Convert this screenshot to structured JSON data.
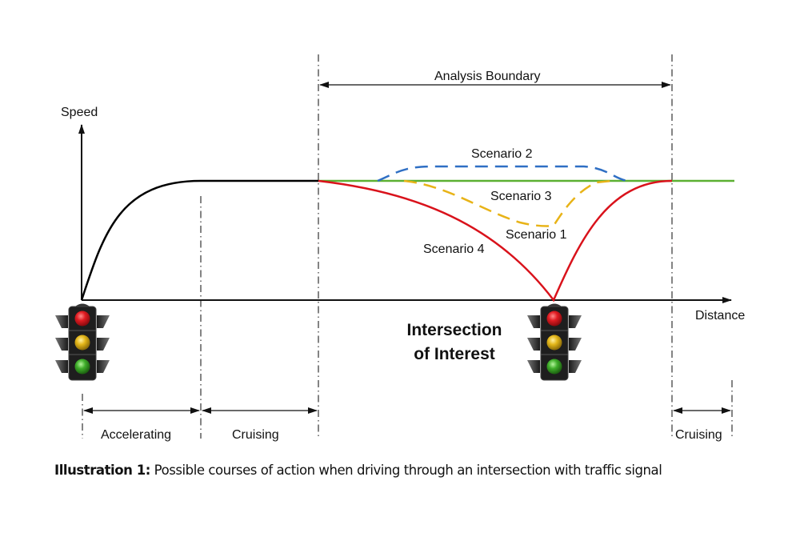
{
  "axes": {
    "y_label": "Speed",
    "x_label": "Distance"
  },
  "annotations": {
    "analysis_boundary": "Analysis Boundary",
    "intersection_line1": "Intersection",
    "intersection_line2": "of Interest"
  },
  "phases": [
    {
      "label": "Accelerating"
    },
    {
      "label": "Cruising"
    },
    {
      "label": "Cruising"
    }
  ],
  "scenarios": [
    {
      "label": "Scenario 1",
      "color": "#5cb032",
      "style": "solid",
      "description": "constant cruising speed"
    },
    {
      "label": "Scenario 2",
      "color": "#2f6fc4",
      "style": "dashed",
      "description": "speed up then return"
    },
    {
      "label": "Scenario 3",
      "color": "#e8b317",
      "style": "dashed",
      "description": "slow down then recover"
    },
    {
      "label": "Scenario 4",
      "color": "#d9121b",
      "style": "solid",
      "description": "decelerate to stop at signal"
    }
  ],
  "approach_curve_color": "#000000",
  "traffic_lights": {
    "colors": {
      "red": "#d8141b",
      "yellow": "#e3b619",
      "green": "#3fae2a",
      "housing": "#222222"
    }
  },
  "caption": {
    "label": "Illustration 1:",
    "text": " Possible courses of action when driving through an intersection with traffic signal"
  }
}
